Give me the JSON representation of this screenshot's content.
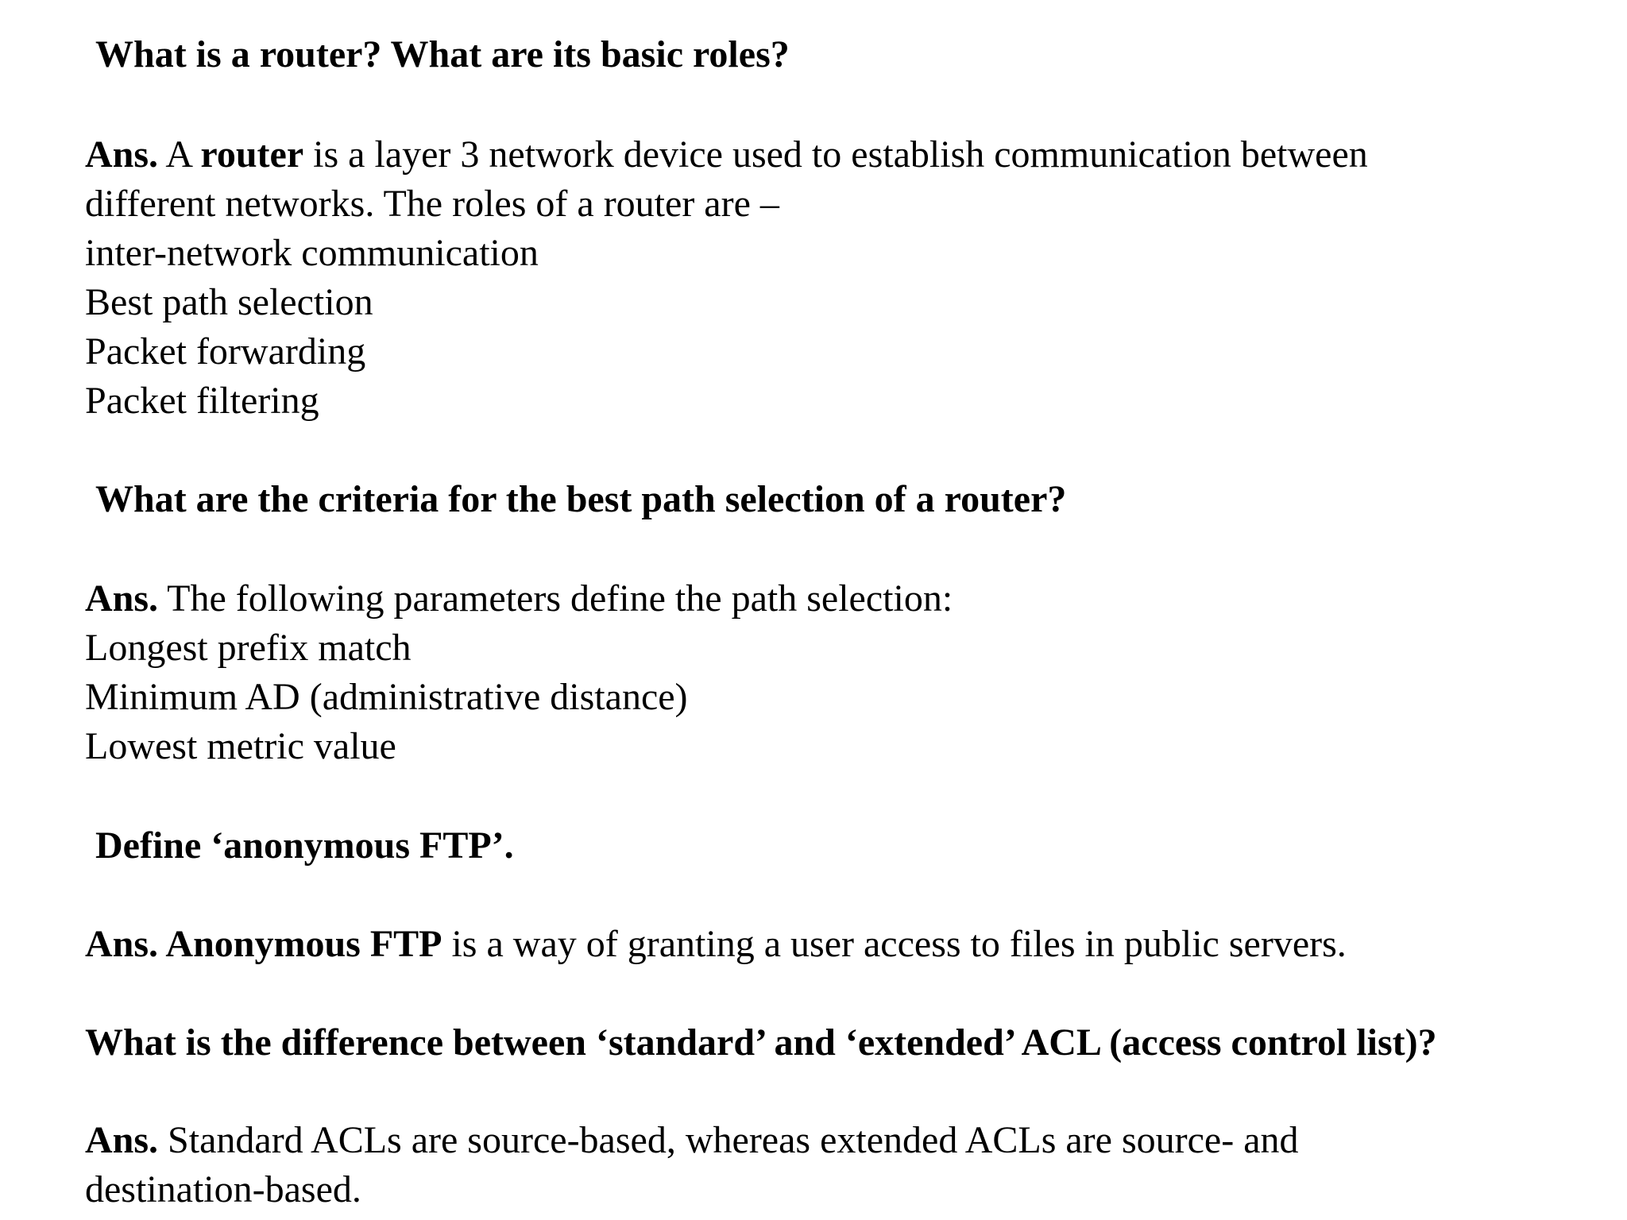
{
  "q1": {
    "question": "What is a router? What are its basic roles?",
    "ans_prefix": "Ans.",
    "text1": " A ",
    "term": "router",
    "text2": " is a layer 3 network device used to establish communication between",
    "line2": "different networks. The roles of a router are –",
    "items": [
      "inter-network communication",
      "Best path selection",
      "Packet forwarding",
      "Packet filtering"
    ]
  },
  "q2": {
    "question": "What are the criteria for the best path selection of a router?",
    "ans_prefix": "Ans.",
    "text": " The following parameters define the path selection:",
    "items": [
      "Longest prefix match",
      "Minimum AD (administrative distance)",
      "Lowest metric value"
    ]
  },
  "q3": {
    "question": "Define ‘anonymous FTP’.",
    "ans_prefix": "Ans.",
    "term": " Anonymous FTP",
    "text": " is a way of granting a user access to files in public servers."
  },
  "q4": {
    "question": "What is the difference between ‘standard’ and ‘extended’ ACL (access control list)?",
    "ans_prefix": "Ans.",
    "text": " Standard ACLs are source-based, whereas extended ACLs are source- and",
    "line2": "destination-based."
  }
}
